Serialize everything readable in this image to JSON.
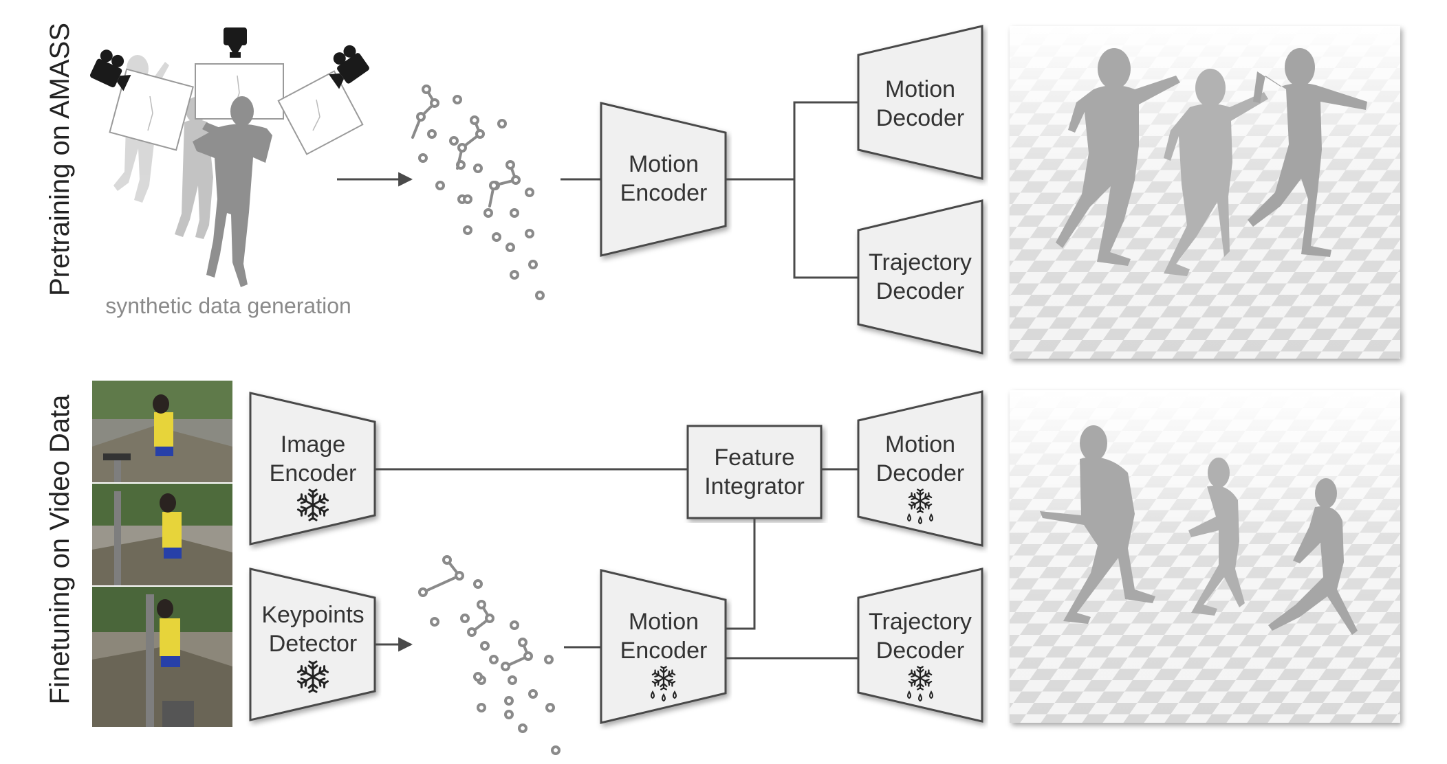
{
  "rows": {
    "top_label": "Pretraining on AMASS",
    "bottom_label": "Finetuning on Video Data"
  },
  "top": {
    "caption": "synthetic data generation",
    "motion_encoder": [
      "Motion",
      "Encoder"
    ],
    "motion_decoder": [
      "Motion",
      "Decoder"
    ],
    "trajectory_decoder": [
      "Trajectory",
      "Decoder"
    ]
  },
  "bottom": {
    "image_encoder": [
      "Image",
      "Encoder"
    ],
    "keypoints_detector": [
      "Keypoints",
      "Detector"
    ],
    "feature_integrator": [
      "Feature",
      "Integrator"
    ],
    "motion_encoder": [
      "Motion",
      "Encoder"
    ],
    "motion_decoder": [
      "Motion",
      "Decoder"
    ],
    "trajectory_decoder": [
      "Trajectory",
      "Decoder"
    ]
  },
  "icons": {
    "frozen": "snowflake-icon",
    "partially_frozen": "melting-snowflake-icon",
    "camera": "video-camera-icon"
  },
  "colors": {
    "block_fill": "#f0f0f0",
    "block_stroke": "#4a4a4a",
    "line": "#4a4a4a",
    "caption": "#8a8a8a"
  }
}
